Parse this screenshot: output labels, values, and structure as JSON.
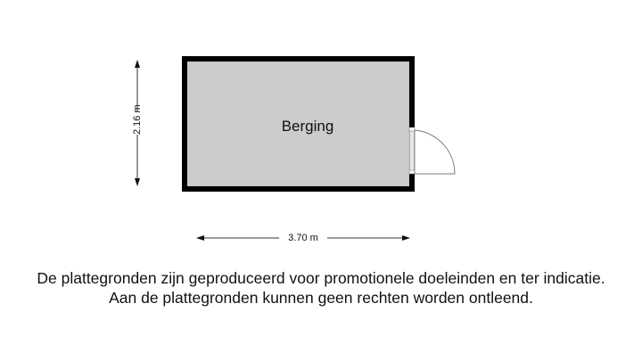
{
  "floorplan": {
    "rooms": [
      {
        "name": "Berging",
        "fill_color": "#cccccc"
      }
    ],
    "wall_color": "#000000",
    "dimensions": {
      "height_label": "2.16 m",
      "width_label": "3.70 m"
    },
    "door": {
      "wall": "right",
      "swing": "outward"
    }
  },
  "disclaimer": {
    "line1": "De plattegronden zijn geproduceerd voor promotionele doeleinden en ter indicatie.",
    "line2": "Aan de plattegronden kunnen geen rechten worden ontleend."
  }
}
